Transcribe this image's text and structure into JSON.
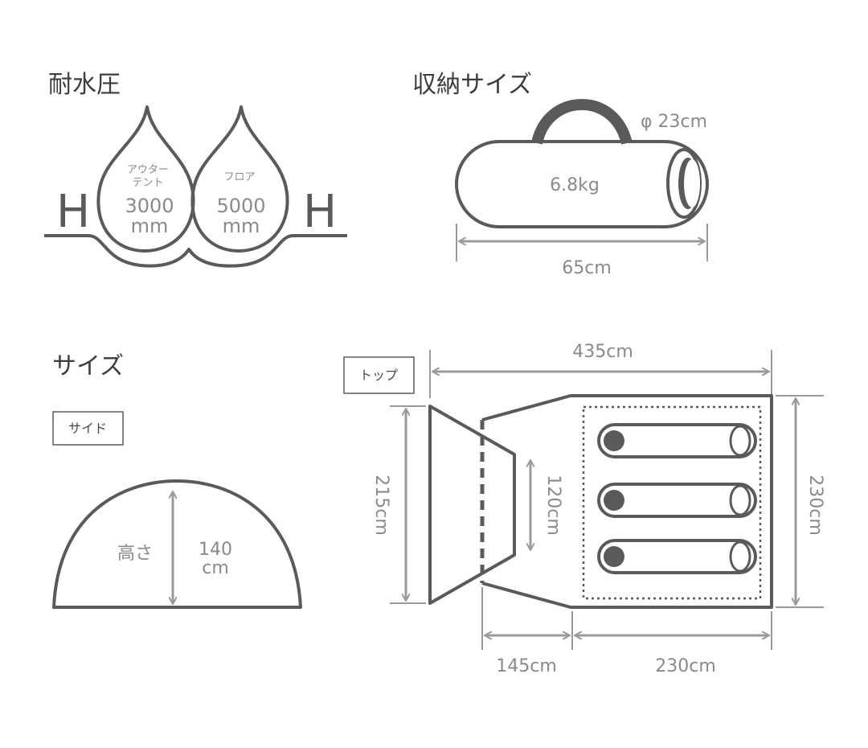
{
  "water_pressure": {
    "heading": "耐水圧",
    "outer_tent_label_line1": "アウター",
    "outer_tent_label_line2": "テント",
    "outer_tent_value": "3000",
    "outer_tent_unit": "mm",
    "floor_label": "フロア",
    "floor_value": "5000",
    "floor_unit": "mm",
    "h_left": "H",
    "h_right": "H"
  },
  "storage_size": {
    "heading": "収納サイズ",
    "diameter": "φ 23cm",
    "weight": "6.8kg",
    "length": "65cm"
  },
  "size": {
    "heading": "サイズ",
    "side_tag": "サイド",
    "height_label": "高さ",
    "height_value": "140",
    "height_unit": "cm"
  },
  "top_view": {
    "tag": "トップ",
    "total_length": "435cm",
    "front_width": "215cm",
    "door_width": "120cm",
    "inner_width": "230cm",
    "vestibule_length": "145cm",
    "inner_length": "230cm"
  }
}
